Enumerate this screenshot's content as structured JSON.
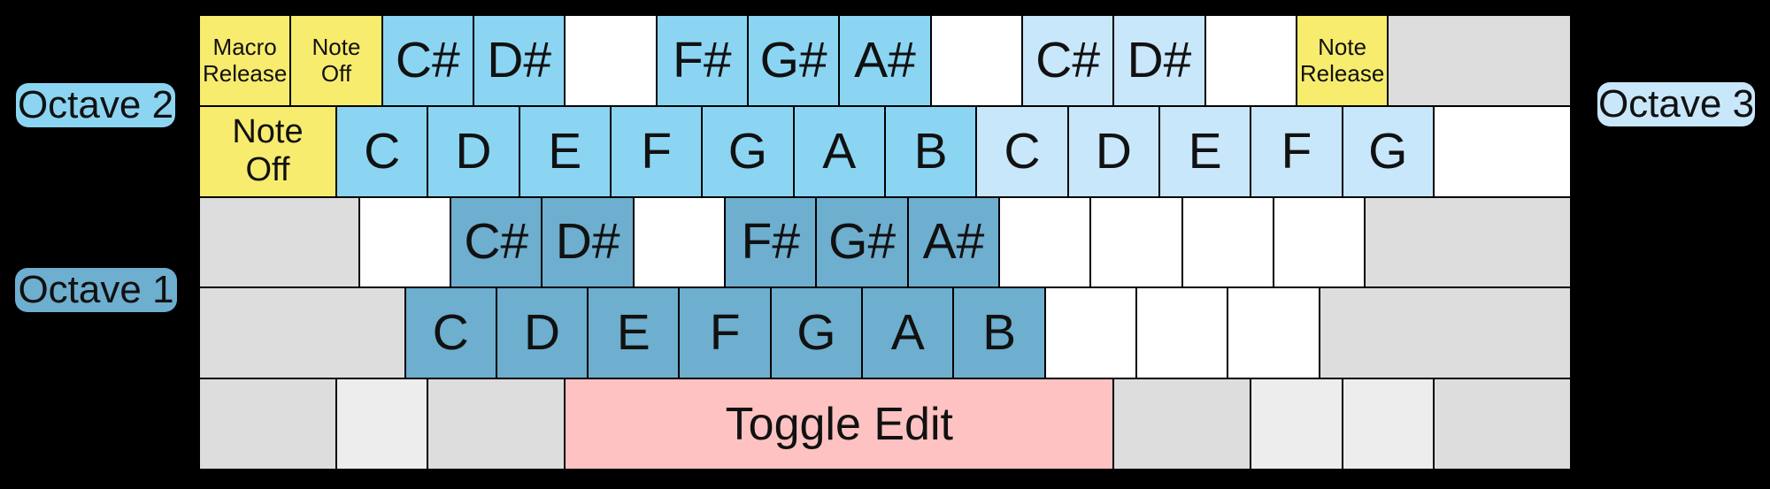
{
  "colors": {
    "background": "#000000",
    "octave1": "#6EAECE",
    "octave2": "#8BD5F3",
    "octave3": "#C8E7FA",
    "action_yellow": "#F8EC6F",
    "edit_pink": "#FEC2C2",
    "modifier_gray": "#DDDDDD",
    "modifier_light_gray": "#EDEDED",
    "unmapped_white": "#FFFFFF",
    "key_border": "#000000",
    "text": "#111111"
  },
  "labels": {
    "octave1": "Octave 1",
    "octave2": "Octave 2",
    "octave3": "Octave 3"
  },
  "keyboard": {
    "units_per_row": 15,
    "rows": [
      {
        "name": "keyboard-row-numbers",
        "keys": [
          {
            "key": "backtick",
            "label": "Macro\nRelease",
            "color": "action_yellow",
            "u": 1,
            "style": "action-sm"
          },
          {
            "key": "1",
            "label": "Note\nOff",
            "color": "action_yellow",
            "u": 1,
            "style": "action-sm"
          },
          {
            "key": "2",
            "label": "C#",
            "color": "octave2",
            "u": 1,
            "style": "note"
          },
          {
            "key": "3",
            "label": "D#",
            "color": "octave2",
            "u": 1,
            "style": "note"
          },
          {
            "key": "4",
            "label": "",
            "color": "unmapped_white",
            "u": 1,
            "style": "note"
          },
          {
            "key": "5",
            "label": "F#",
            "color": "octave2",
            "u": 1,
            "style": "note"
          },
          {
            "key": "6",
            "label": "G#",
            "color": "octave2",
            "u": 1,
            "style": "note"
          },
          {
            "key": "7",
            "label": "A#",
            "color": "octave2",
            "u": 1,
            "style": "note"
          },
          {
            "key": "8",
            "label": "",
            "color": "unmapped_white",
            "u": 1,
            "style": "note"
          },
          {
            "key": "9",
            "label": "C#",
            "color": "octave3",
            "u": 1,
            "style": "note"
          },
          {
            "key": "0",
            "label": "D#",
            "color": "octave3",
            "u": 1,
            "style": "note"
          },
          {
            "key": "minus",
            "label": "",
            "color": "unmapped_white",
            "u": 1,
            "style": "note"
          },
          {
            "key": "equals",
            "label": "Note\nRelease",
            "color": "action_yellow",
            "u": 1,
            "style": "action-sm"
          },
          {
            "key": "backspace",
            "label": "",
            "color": "modifier_gray",
            "u": 2,
            "style": "note"
          }
        ]
      },
      {
        "name": "keyboard-row-qwerty",
        "keys": [
          {
            "key": "tab",
            "label": "Note\nOff",
            "color": "action_yellow",
            "u": 1.5,
            "style": "action-lg"
          },
          {
            "key": "q",
            "label": "C",
            "color": "octave2",
            "u": 1,
            "style": "note"
          },
          {
            "key": "w",
            "label": "D",
            "color": "octave2",
            "u": 1,
            "style": "note"
          },
          {
            "key": "e",
            "label": "E",
            "color": "octave2",
            "u": 1,
            "style": "note"
          },
          {
            "key": "r",
            "label": "F",
            "color": "octave2",
            "u": 1,
            "style": "note"
          },
          {
            "key": "t",
            "label": "G",
            "color": "octave2",
            "u": 1,
            "style": "note"
          },
          {
            "key": "y",
            "label": "A",
            "color": "octave2",
            "u": 1,
            "style": "note"
          },
          {
            "key": "u",
            "label": "B",
            "color": "octave2",
            "u": 1,
            "style": "note"
          },
          {
            "key": "i",
            "label": "C",
            "color": "octave3",
            "u": 1,
            "style": "note"
          },
          {
            "key": "o",
            "label": "D",
            "color": "octave3",
            "u": 1,
            "style": "note"
          },
          {
            "key": "p",
            "label": "E",
            "color": "octave3",
            "u": 1,
            "style": "note"
          },
          {
            "key": "bracket-left",
            "label": "F",
            "color": "octave3",
            "u": 1,
            "style": "note"
          },
          {
            "key": "bracket-right",
            "label": "G",
            "color": "octave3",
            "u": 1,
            "style": "note"
          },
          {
            "key": "backslash",
            "label": "",
            "color": "unmapped_white",
            "u": 1.5,
            "style": "note"
          }
        ]
      },
      {
        "name": "keyboard-row-home",
        "keys": [
          {
            "key": "capslock",
            "label": "",
            "color": "modifier_gray",
            "u": 1.75,
            "style": "note"
          },
          {
            "key": "a",
            "label": "",
            "color": "unmapped_white",
            "u": 1,
            "style": "note"
          },
          {
            "key": "s",
            "label": "C#",
            "color": "octave1",
            "u": 1,
            "style": "note"
          },
          {
            "key": "d",
            "label": "D#",
            "color": "octave1",
            "u": 1,
            "style": "note"
          },
          {
            "key": "f",
            "label": "",
            "color": "unmapped_white",
            "u": 1,
            "style": "note"
          },
          {
            "key": "g",
            "label": "F#",
            "color": "octave1",
            "u": 1,
            "style": "note"
          },
          {
            "key": "h",
            "label": "G#",
            "color": "octave1",
            "u": 1,
            "style": "note"
          },
          {
            "key": "j",
            "label": "A#",
            "color": "octave1",
            "u": 1,
            "style": "note"
          },
          {
            "key": "k",
            "label": "",
            "color": "unmapped_white",
            "u": 1,
            "style": "note"
          },
          {
            "key": "l",
            "label": "",
            "color": "unmapped_white",
            "u": 1,
            "style": "note"
          },
          {
            "key": "semicolon",
            "label": "",
            "color": "unmapped_white",
            "u": 1,
            "style": "note"
          },
          {
            "key": "quote",
            "label": "",
            "color": "unmapped_white",
            "u": 1,
            "style": "note"
          },
          {
            "key": "enter",
            "label": "",
            "color": "modifier_gray",
            "u": 2.25,
            "style": "note"
          }
        ]
      },
      {
        "name": "keyboard-row-bottom-letters",
        "keys": [
          {
            "key": "shift-left",
            "label": "",
            "color": "modifier_gray",
            "u": 2.25,
            "style": "note"
          },
          {
            "key": "z",
            "label": "C",
            "color": "octave1",
            "u": 1,
            "style": "note"
          },
          {
            "key": "x",
            "label": "D",
            "color": "octave1",
            "u": 1,
            "style": "note"
          },
          {
            "key": "c",
            "label": "E",
            "color": "octave1",
            "u": 1,
            "style": "note"
          },
          {
            "key": "v",
            "label": "F",
            "color": "octave1",
            "u": 1,
            "style": "note"
          },
          {
            "key": "b",
            "label": "G",
            "color": "octave1",
            "u": 1,
            "style": "note"
          },
          {
            "key": "n",
            "label": "A",
            "color": "octave1",
            "u": 1,
            "style": "note"
          },
          {
            "key": "m",
            "label": "B",
            "color": "octave1",
            "u": 1,
            "style": "note"
          },
          {
            "key": "comma",
            "label": "",
            "color": "unmapped_white",
            "u": 1,
            "style": "note"
          },
          {
            "key": "period",
            "label": "",
            "color": "unmapped_white",
            "u": 1,
            "style": "note"
          },
          {
            "key": "slash",
            "label": "",
            "color": "unmapped_white",
            "u": 1,
            "style": "note"
          },
          {
            "key": "shift-right",
            "label": "",
            "color": "modifier_gray",
            "u": 2.75,
            "style": "note"
          }
        ]
      },
      {
        "name": "keyboard-row-space",
        "keys": [
          {
            "key": "ctrl-left",
            "label": "",
            "color": "modifier_gray",
            "u": 1.5,
            "style": "note"
          },
          {
            "key": "win-left",
            "label": "",
            "color": "modifier_light_gray",
            "u": 1,
            "style": "note"
          },
          {
            "key": "alt-left",
            "label": "",
            "color": "modifier_gray",
            "u": 1.5,
            "style": "note"
          },
          {
            "key": "space",
            "label": "Toggle Edit",
            "color": "edit_pink",
            "u": 6,
            "style": "toggle"
          },
          {
            "key": "alt-right",
            "label": "",
            "color": "modifier_gray",
            "u": 1.5,
            "style": "note"
          },
          {
            "key": "win-right",
            "label": "",
            "color": "modifier_light_gray",
            "u": 1,
            "style": "note"
          },
          {
            "key": "menu",
            "label": "",
            "color": "modifier_light_gray",
            "u": 1,
            "style": "note"
          },
          {
            "key": "ctrl-right",
            "label": "",
            "color": "modifier_gray",
            "u": 1.5,
            "style": "note"
          }
        ]
      }
    ]
  }
}
